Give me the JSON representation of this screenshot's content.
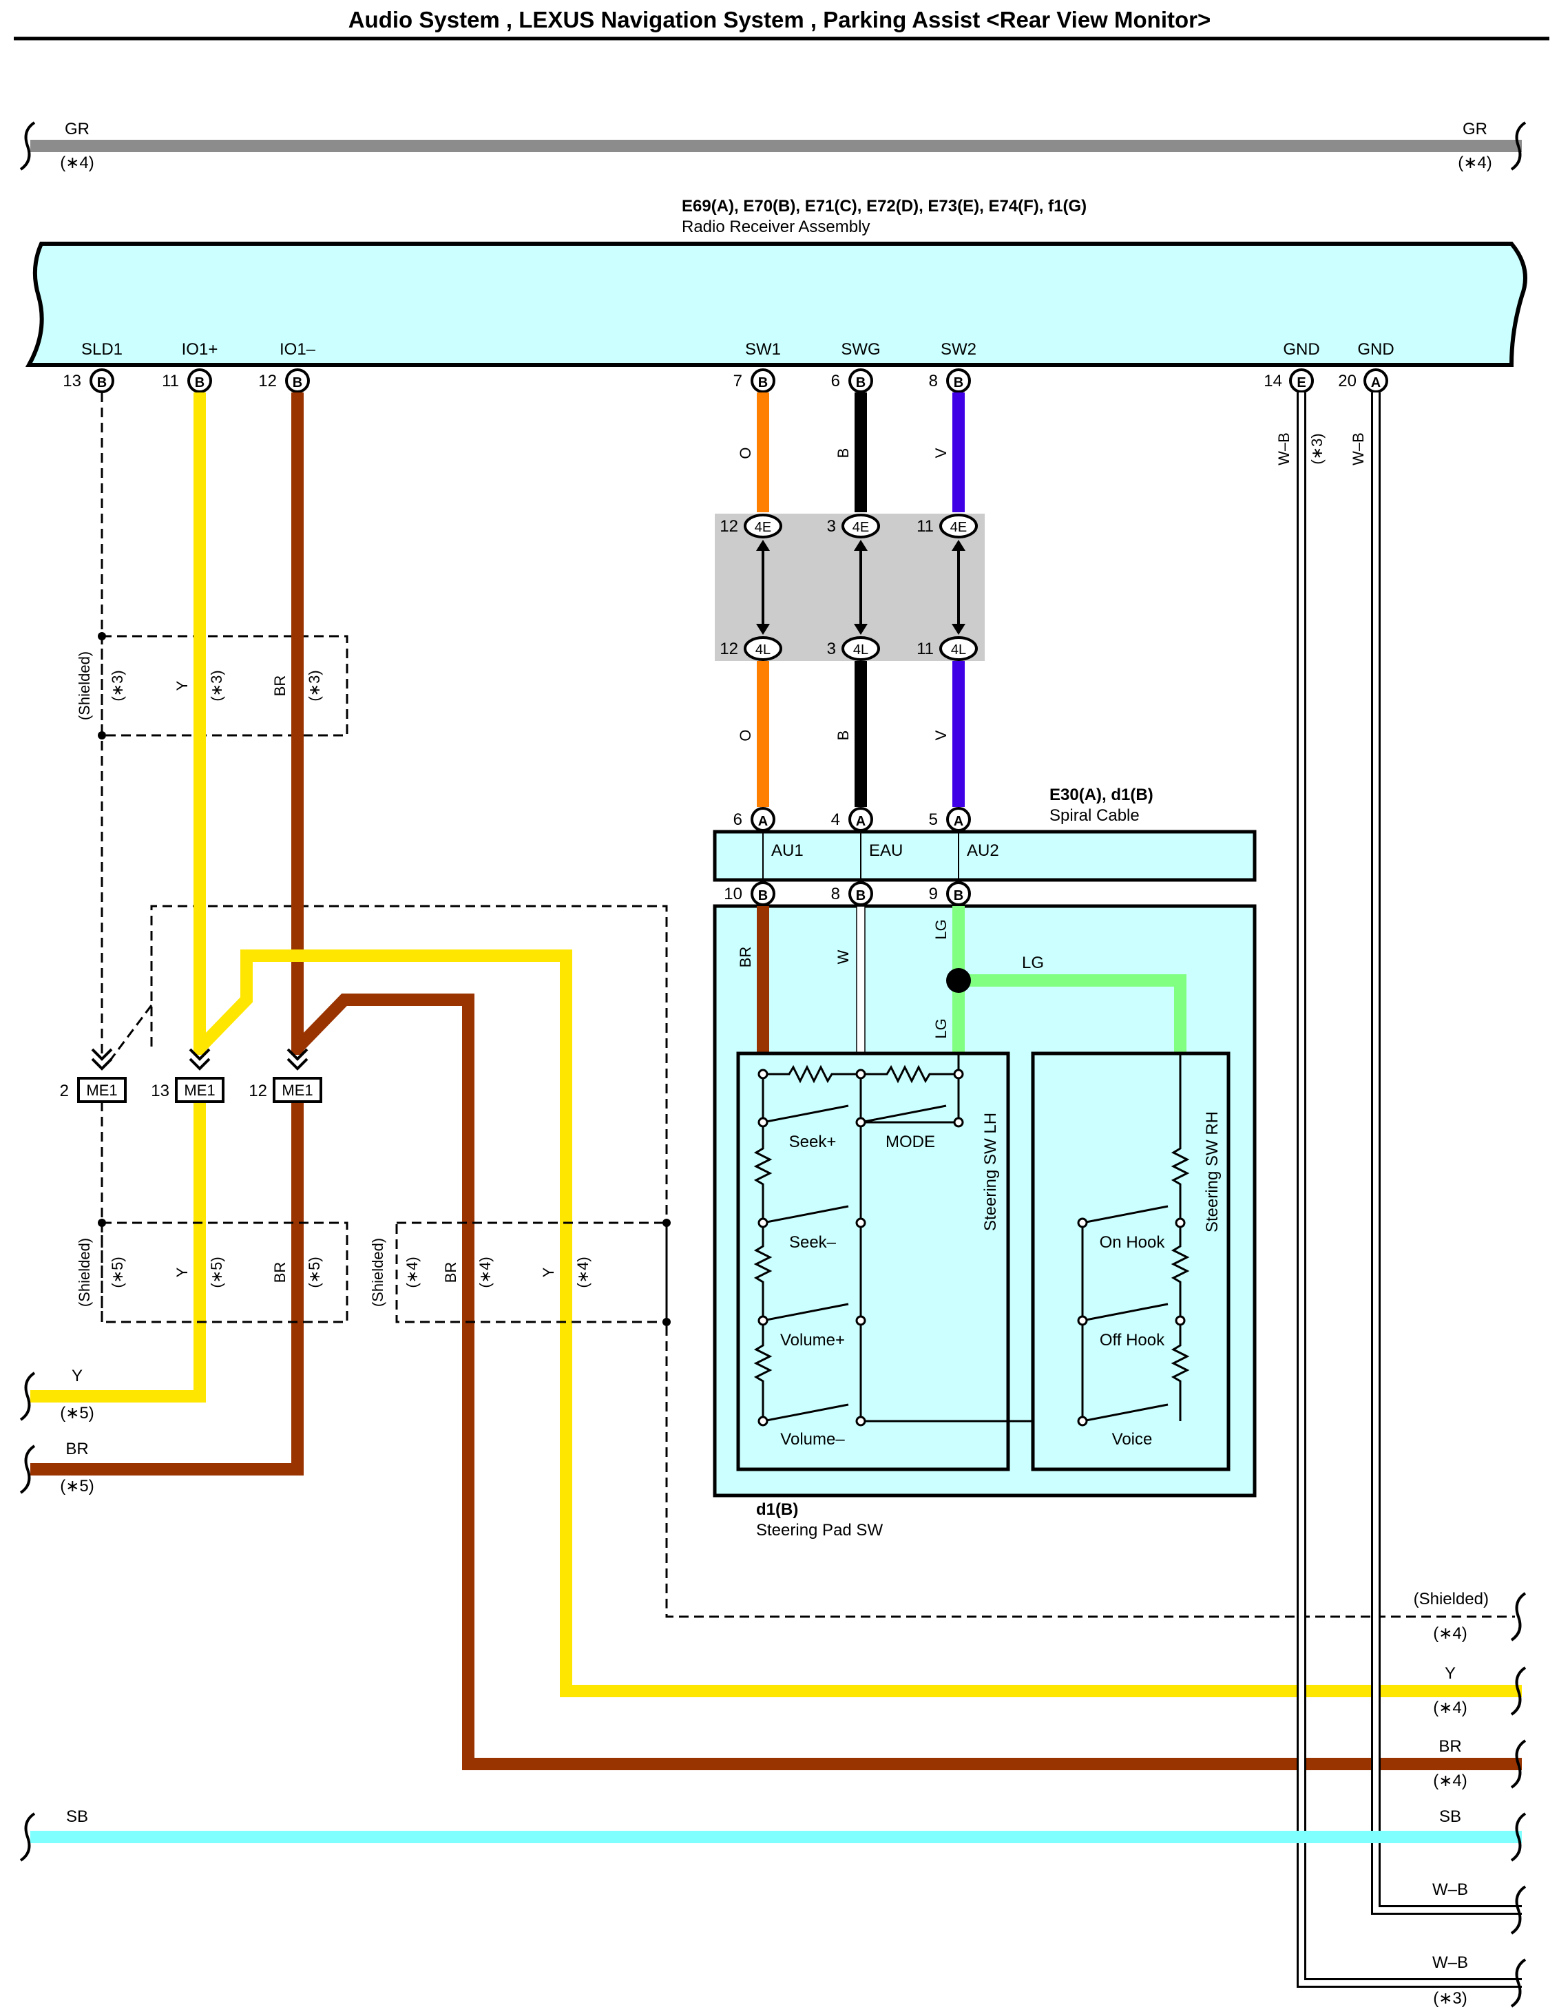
{
  "title": "Audio System , LEXUS Navigation System , Parking Assist <Rear View Monitor>",
  "receiver": {
    "connectors": "E69(A), E70(B), E71(C), E72(D), E73(E), E74(F), f1(G)",
    "name": "Radio Receiver Assembly",
    "terminals": [
      {
        "label": "SLD1",
        "pin": "13",
        "conn": "B"
      },
      {
        "label": "IO1+",
        "pin": "11",
        "conn": "B"
      },
      {
        "label": "IO1–",
        "pin": "12",
        "conn": "B"
      },
      {
        "label": "SW1",
        "pin": "7",
        "conn": "B"
      },
      {
        "label": "SWG",
        "pin": "6",
        "conn": "B"
      },
      {
        "label": "SW2",
        "pin": "8",
        "conn": "B"
      },
      {
        "label": "GND",
        "pin": "14",
        "conn": "E"
      },
      {
        "label": "GND",
        "pin": "20",
        "conn": "A"
      }
    ]
  },
  "gr_wire": {
    "color": "GR",
    "note": "(∗4)"
  },
  "junction": {
    "top_pins": [
      {
        "pin": "12",
        "conn": "4E"
      },
      {
        "pin": "3",
        "conn": "4E"
      },
      {
        "pin": "11",
        "conn": "4E"
      }
    ],
    "bottom_pins": [
      {
        "pin": "12",
        "conn": "4L"
      },
      {
        "pin": "3",
        "conn": "4L"
      },
      {
        "pin": "11",
        "conn": "4L"
      }
    ]
  },
  "sw_wire_colors": [
    "O",
    "B",
    "V"
  ],
  "spiral": {
    "connectors": "E30(A), d1(B)",
    "name": "Spiral Cable",
    "top_pins": [
      {
        "pin": "6",
        "conn": "A"
      },
      {
        "pin": "4",
        "conn": "A"
      },
      {
        "pin": "5",
        "conn": "A"
      }
    ],
    "labels": [
      "AU1",
      "EAU",
      "AU2"
    ],
    "bottom_pins": [
      {
        "pin": "10",
        "conn": "B"
      },
      {
        "pin": "8",
        "conn": "B"
      },
      {
        "pin": "9",
        "conn": "B"
      }
    ]
  },
  "steering_pad": {
    "connector": "d1(B)",
    "name": "Steering Pad SW",
    "wire_colors": [
      "BR",
      "W",
      "LG",
      "LG",
      "LG"
    ],
    "lh": {
      "label": "Steering SW LH",
      "switches": [
        "Seek+",
        "MODE",
        "Seek–",
        "Volume+",
        "Volume–"
      ]
    },
    "rh": {
      "label": "Steering SW RH",
      "switches": [
        "On Hook",
        "Off Hook",
        "Voice"
      ]
    }
  },
  "gnd_wires": {
    "color": "W–B",
    "note": "(∗3)"
  },
  "shield_group_1": {
    "labels": [
      "(Shielded)",
      "(∗3)",
      "Y",
      "(∗3)",
      "BR",
      "(∗3)"
    ]
  },
  "me1": [
    {
      "pin": "2",
      "conn": "ME1"
    },
    {
      "pin": "13",
      "conn": "ME1"
    },
    {
      "pin": "12",
      "conn": "ME1"
    }
  ],
  "shield_group_2": {
    "labels": [
      "(Shielded)",
      "(∗5)",
      "Y",
      "(∗5)",
      "BR",
      "(∗5)"
    ]
  },
  "shield_group_3": {
    "labels": [
      "(Shielded)",
      "(∗4)",
      "BR",
      "(∗4)",
      "Y",
      "(∗4)"
    ]
  },
  "left_exits": [
    {
      "color": "Y",
      "note": "(∗5)"
    },
    {
      "color": "BR",
      "note": "(∗5)"
    },
    {
      "color": "SB"
    }
  ],
  "right_exits": [
    {
      "color": "(Shielded)",
      "note": "(∗4)"
    },
    {
      "color": "Y",
      "note": "(∗4)"
    },
    {
      "color": "BR",
      "note": "(∗4)"
    },
    {
      "color": "SB"
    },
    {
      "color": "W–B"
    },
    {
      "color": "W–B",
      "note": "(∗3)"
    }
  ],
  "colors": {
    "gray_wire": "#8c8c8c",
    "yellow": "#ffe600",
    "brown": "#993300",
    "orange": "#ff8000",
    "black": "#000000",
    "violet": "#4000e6",
    "light_green": "#80ff80",
    "sky_blue": "#80ffff",
    "component_fill": "#ccffff",
    "junction_fill": "#cccccc"
  }
}
